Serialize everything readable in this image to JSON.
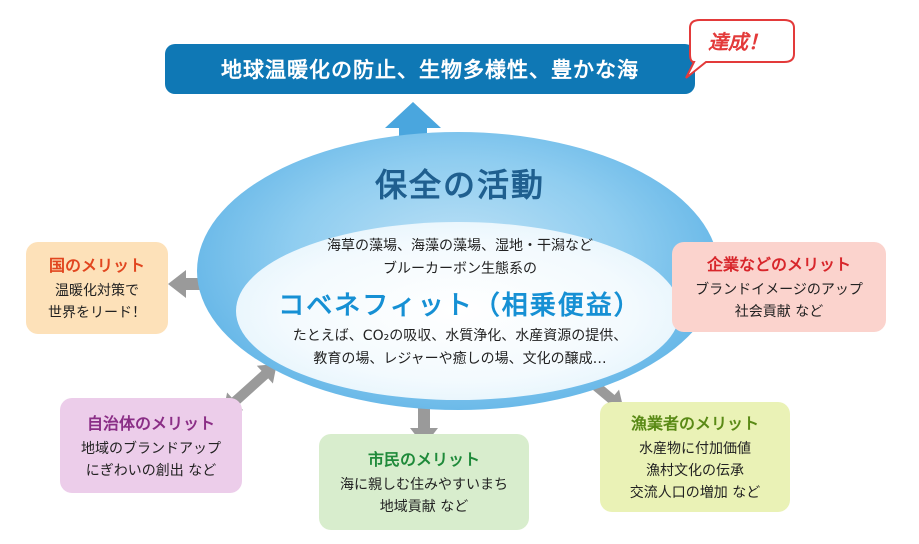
{
  "banner": {
    "text": "地球温暖化の防止、生物多様性、豊かな海"
  },
  "badge": {
    "text": "達成！"
  },
  "center": {
    "title": "保全の活動",
    "line1": "海草の藻場、海藻の藻場、湿地・干潟など",
    "line2": "ブルーカーボン生態系の",
    "cobenefit": "コベネフィット（相乗便益）",
    "line3": "たとえば、CO₂の吸収、水質浄化、水産資源の提供、",
    "line4": "教育の場、レジャーや癒しの場、文化の醸成…"
  },
  "merits": {
    "kuni": {
      "title": "国のメリット",
      "lines": [
        "温暖化対策で",
        "世界をリード！"
      ]
    },
    "kigyo": {
      "title": "企業などのメリット",
      "lines": [
        "ブランドイメージのアップ",
        "社会貢献 など"
      ]
    },
    "jichitai": {
      "title": "自治体のメリット",
      "lines": [
        "地域のブランドアップ",
        "にぎわいの創出 など"
      ]
    },
    "shimin": {
      "title": "市民のメリット",
      "lines": [
        "海に親しむ住みやすいまち",
        "地域貢献 など"
      ]
    },
    "gyogyo": {
      "title": "漁業者のメリット",
      "lines": [
        "水産物に付加価値",
        "漁村文化の伝承",
        "交流人口の増加 など"
      ]
    }
  },
  "colors": {
    "banner": "#0f78b5",
    "kuni_bg": "#fde1b9",
    "kuni_title": "#e1461f",
    "kigyo_bg": "#fbd3cd",
    "kigyo_title": "#d8262b",
    "jichitai_bg": "#eccdea",
    "jichitai_title": "#8a2e86",
    "shimin_bg": "#d8edcd",
    "shimin_title": "#1f8a3a",
    "gyogyo_bg": "#eaf2b6",
    "gyogyo_title": "#5a8a16"
  }
}
